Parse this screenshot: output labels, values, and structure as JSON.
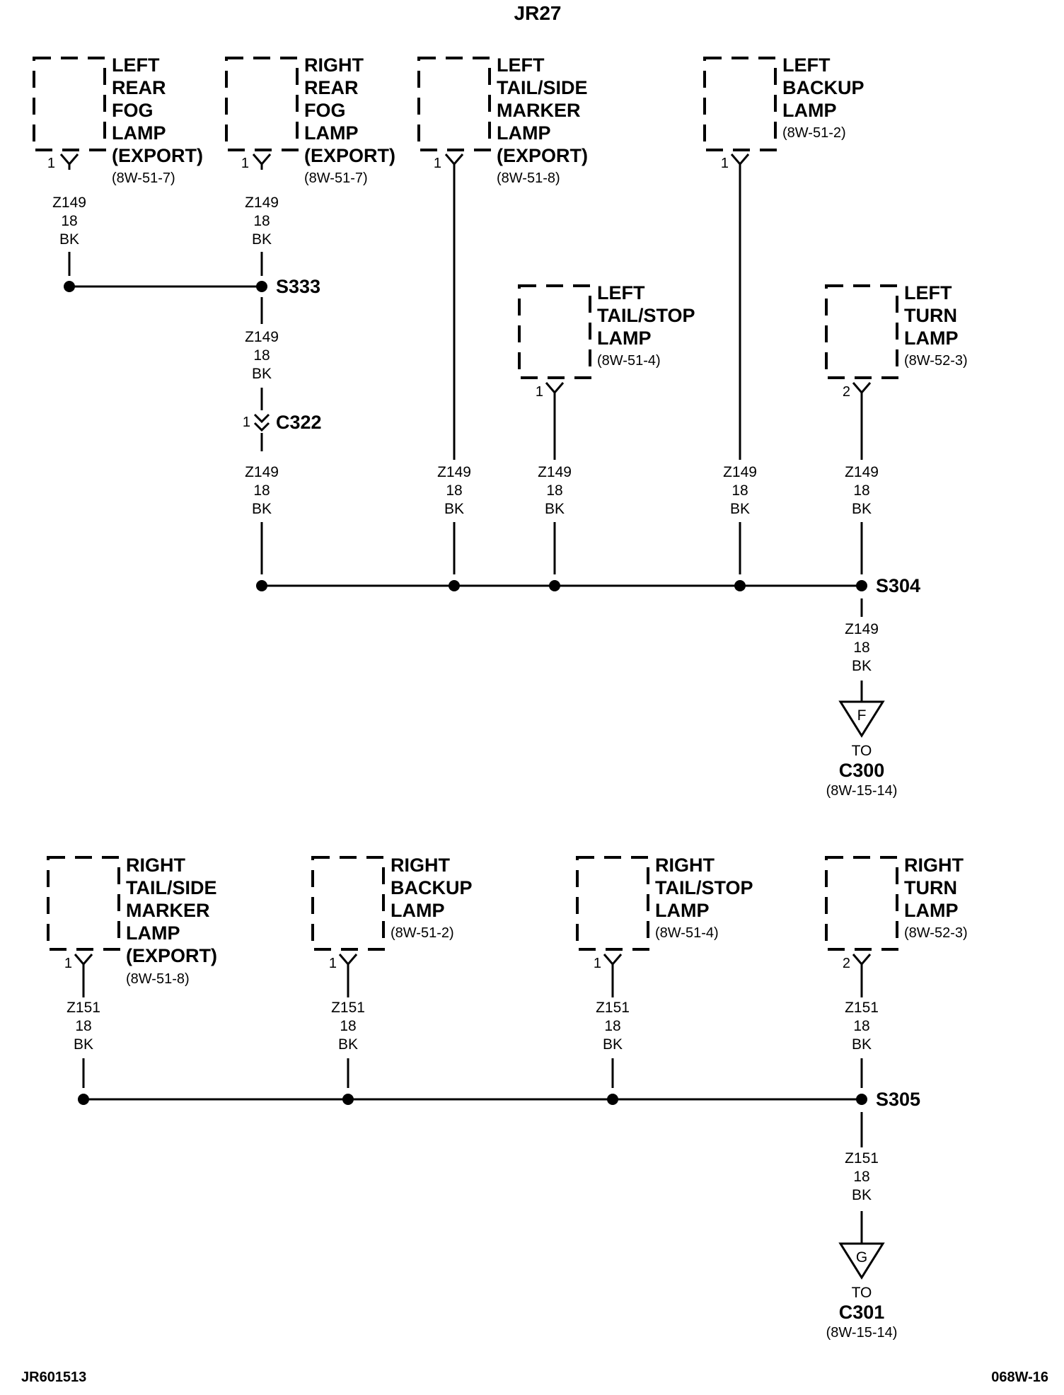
{
  "title": "JR27",
  "footer": {
    "left": "JR601513",
    "right": "068W-16"
  },
  "components": [
    {
      "id": "lrfog",
      "lines": [
        "LEFT",
        "REAR",
        "FOG",
        "LAMP",
        "(EXPORT)"
      ],
      "ref": "(8W-51-7)",
      "pin": "1"
    },
    {
      "id": "rrfog",
      "lines": [
        "RIGHT",
        "REAR",
        "FOG",
        "LAMP",
        "(EXPORT)"
      ],
      "ref": "(8W-51-7)",
      "pin": "1"
    },
    {
      "id": "ltsm",
      "lines": [
        "LEFT",
        "TAIL/SIDE",
        "MARKER",
        "LAMP",
        "(EXPORT)"
      ],
      "ref": "(8W-51-8)",
      "pin": "1"
    },
    {
      "id": "lbu",
      "lines": [
        "LEFT",
        "BACKUP",
        "LAMP"
      ],
      "ref": "(8W-51-2)",
      "pin": "1"
    },
    {
      "id": "lts",
      "lines": [
        "LEFT",
        "TAIL/STOP",
        "LAMP"
      ],
      "ref": "(8W-51-4)",
      "pin": "1"
    },
    {
      "id": "lturn",
      "lines": [
        "LEFT",
        "TURN",
        "LAMP"
      ],
      "ref": "(8W-52-3)",
      "pin": "2"
    },
    {
      "id": "rtsm",
      "lines": [
        "RIGHT",
        "TAIL/SIDE",
        "MARKER",
        "LAMP",
        "(EXPORT)"
      ],
      "ref": "(8W-51-8)",
      "pin": "1"
    },
    {
      "id": "rbu",
      "lines": [
        "RIGHT",
        "BACKUP",
        "LAMP"
      ],
      "ref": "(8W-51-2)",
      "pin": "1"
    },
    {
      "id": "rts",
      "lines": [
        "RIGHT",
        "TAIL/STOP",
        "LAMP"
      ],
      "ref": "(8W-51-4)",
      "pin": "1"
    },
    {
      "id": "rturn",
      "lines": [
        "RIGHT",
        "TURN",
        "LAMP"
      ],
      "ref": "(8W-52-3)",
      "pin": "2"
    }
  ],
  "wire_z149": [
    "Z149",
    "18",
    "BK"
  ],
  "wire_z151": [
    "Z151",
    "18",
    "BK"
  ],
  "splices": {
    "s333": "S333",
    "s304": "S304",
    "s305": "S305"
  },
  "connector_c322": {
    "name": "C322",
    "pin": "1"
  },
  "grounds": [
    {
      "letter": "F",
      "to": "TO",
      "name": "C300",
      "ref": "(8W-15-14)"
    },
    {
      "letter": "G",
      "to": "TO",
      "name": "C301",
      "ref": "(8W-15-14)"
    }
  ]
}
